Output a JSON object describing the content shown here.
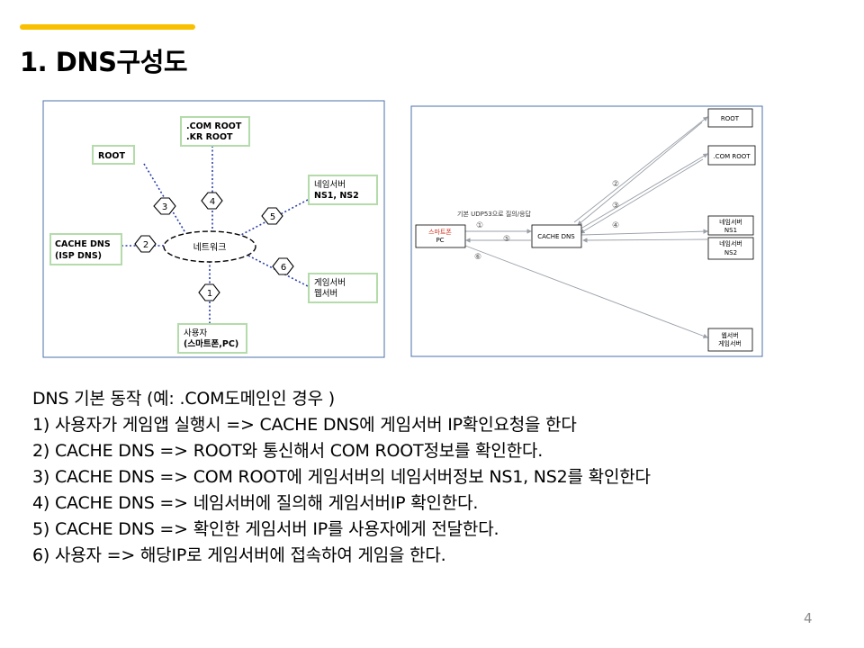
{
  "slide": {
    "title": "1. DNS구성도",
    "page_number": "4",
    "accent_color": "#f9c000"
  },
  "left_diagram": {
    "center": "네트워크",
    "nodes": {
      "com_root": [
        ".COM ROOT",
        ".KR ROOT"
      ],
      "root": [
        "ROOT"
      ],
      "nameserver": [
        "네임서버",
        "NS1, NS2"
      ],
      "cache_dns": [
        "CACHE DNS",
        "(ISP DNS)"
      ],
      "game_server": [
        "게임서버",
        "웹서버"
      ],
      "user": [
        "사용자",
        "(스마트폰,PC)"
      ]
    },
    "step_numbers": [
      "1",
      "2",
      "3",
      "4",
      "5",
      "6"
    ]
  },
  "right_diagram": {
    "nodes": {
      "root": "ROOT",
      "com_root": ".COM ROOT",
      "nameserver_1": "네임서버",
      "nameserver_2": "NS1",
      "nameserver_3": "NS2",
      "smartphone_1": "스마트폰",
      "smartphone_2": "PC",
      "cache_dns": "CACHE DNS",
      "webserver_1": "웹서버",
      "webserver_2": "게임서버"
    },
    "query_label": "기본 UDP53으로 질의/응답",
    "step_markers": [
      "①",
      "②",
      "③",
      "④",
      "⑤",
      "⑥"
    ]
  },
  "description": {
    "heading": "DNS 기본 동작  (예:  .COM도메인인 경우 )",
    "steps": [
      "1) 사용자가 게임앱 실행시 => CACHE DNS에 게임서버 IP확인요청을 한다",
      "2) CACHE DNS => ROOT와 통신해서 COM ROOT정보를 확인한다.",
      "3) CACHE DNS => COM ROOT에  게임서버의 네임서버정보 NS1, NS2를 확인한다",
      "4) CACHE DNS => 네임서버에 질의해 게임서버IP 확인한다.",
      "5) CACHE DNS => 확인한 게임서버 IP를 사용자에게  전달한다.",
      "6) 사용자 => 해당IP로 게임서버에 접속하여 게임을 한다."
    ]
  }
}
